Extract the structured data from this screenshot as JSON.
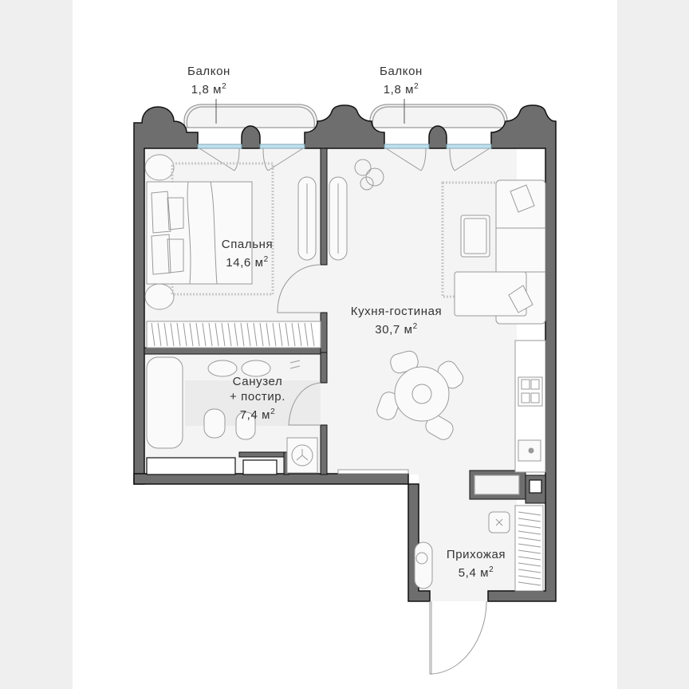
{
  "floor_plan": {
    "colors": {
      "wall": "#6e6e6e",
      "wall_outline": "#111111",
      "floor": "#f4f4f4",
      "tile": "#ececec",
      "window_glass": "#bfe0ec",
      "furniture_line": "#9a9a9a",
      "page_margin": "#efefef",
      "sheet": "#ffffff"
    },
    "rooms": [
      {
        "id": "balcony-left",
        "name": "Балкон",
        "area_value": "1,8",
        "area_unit": "м",
        "area_exp": "2"
      },
      {
        "id": "balcony-right",
        "name": "Балкон",
        "area_value": "1,8",
        "area_unit": "м",
        "area_exp": "2"
      },
      {
        "id": "bedroom",
        "name": "Спальня",
        "area_value": "14,6",
        "area_unit": "м",
        "area_exp": "2"
      },
      {
        "id": "kitchen-living",
        "name": "Кухня-гостиная",
        "area_value": "30,7",
        "area_unit": "м",
        "area_exp": "2"
      },
      {
        "id": "bathroom",
        "name": "Санузел",
        "name_line2": "+ постир.",
        "area_value": "7,4",
        "area_unit": "м",
        "area_exp": "2"
      },
      {
        "id": "hallway",
        "name": "Прихожая",
        "area_value": "5,4",
        "area_unit": "м",
        "area_exp": "2"
      }
    ],
    "furniture_icons": [
      "double-bed-icon",
      "nightstand-icon",
      "wardrobe-icon",
      "mirror-icon",
      "plant-icon",
      "sofa-icon",
      "coffee-table-icon",
      "rug-icon",
      "dining-table-icon",
      "chair-icon",
      "stove-icon",
      "kitchen-sink-icon",
      "bathtub-icon",
      "washbasin-icon",
      "toilet-icon",
      "bidet-icon",
      "washing-machine-icon",
      "hanger-rack-icon",
      "bench-icon",
      "door-swing-icon"
    ]
  }
}
